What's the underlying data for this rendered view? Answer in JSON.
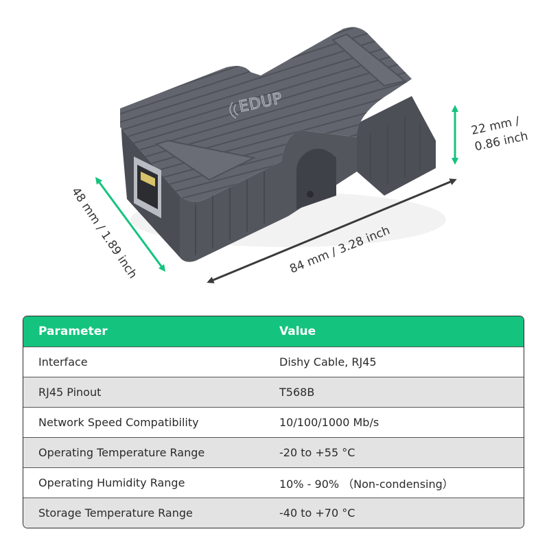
{
  "colors": {
    "accent_green": "#14c37e",
    "row_alt": "#e3e3e3",
    "device_body": "#5d6068",
    "device_dark": "#464950",
    "arrow_dark": "#3a3a3a"
  },
  "product": {
    "brand_logo": "EDUP",
    "dim_height": [
      "22 mm /",
      "0.86 inch"
    ],
    "dim_width": "48 mm / 1.89 inch",
    "dim_length": "84 mm / 3.28 inch"
  },
  "table": {
    "headers": [
      "Parameter",
      "Value"
    ],
    "rows": [
      {
        "param": "Interface",
        "value": "Dishy Cable, RJ45"
      },
      {
        "param": "RJ45 Pinout",
        "value": "T568B"
      },
      {
        "param": "Network Speed Compatibility",
        "value": "10/100/1000 Mb/s"
      },
      {
        "param": "Operating Temperature Range",
        "value": "-20 to +55 °C"
      },
      {
        "param": "Operating Humidity Range",
        "value": "10%  - 90%  （Non-condensing）"
      },
      {
        "param": "Storage Temperature Range",
        "value": "-40 to +70 °C"
      }
    ]
  }
}
